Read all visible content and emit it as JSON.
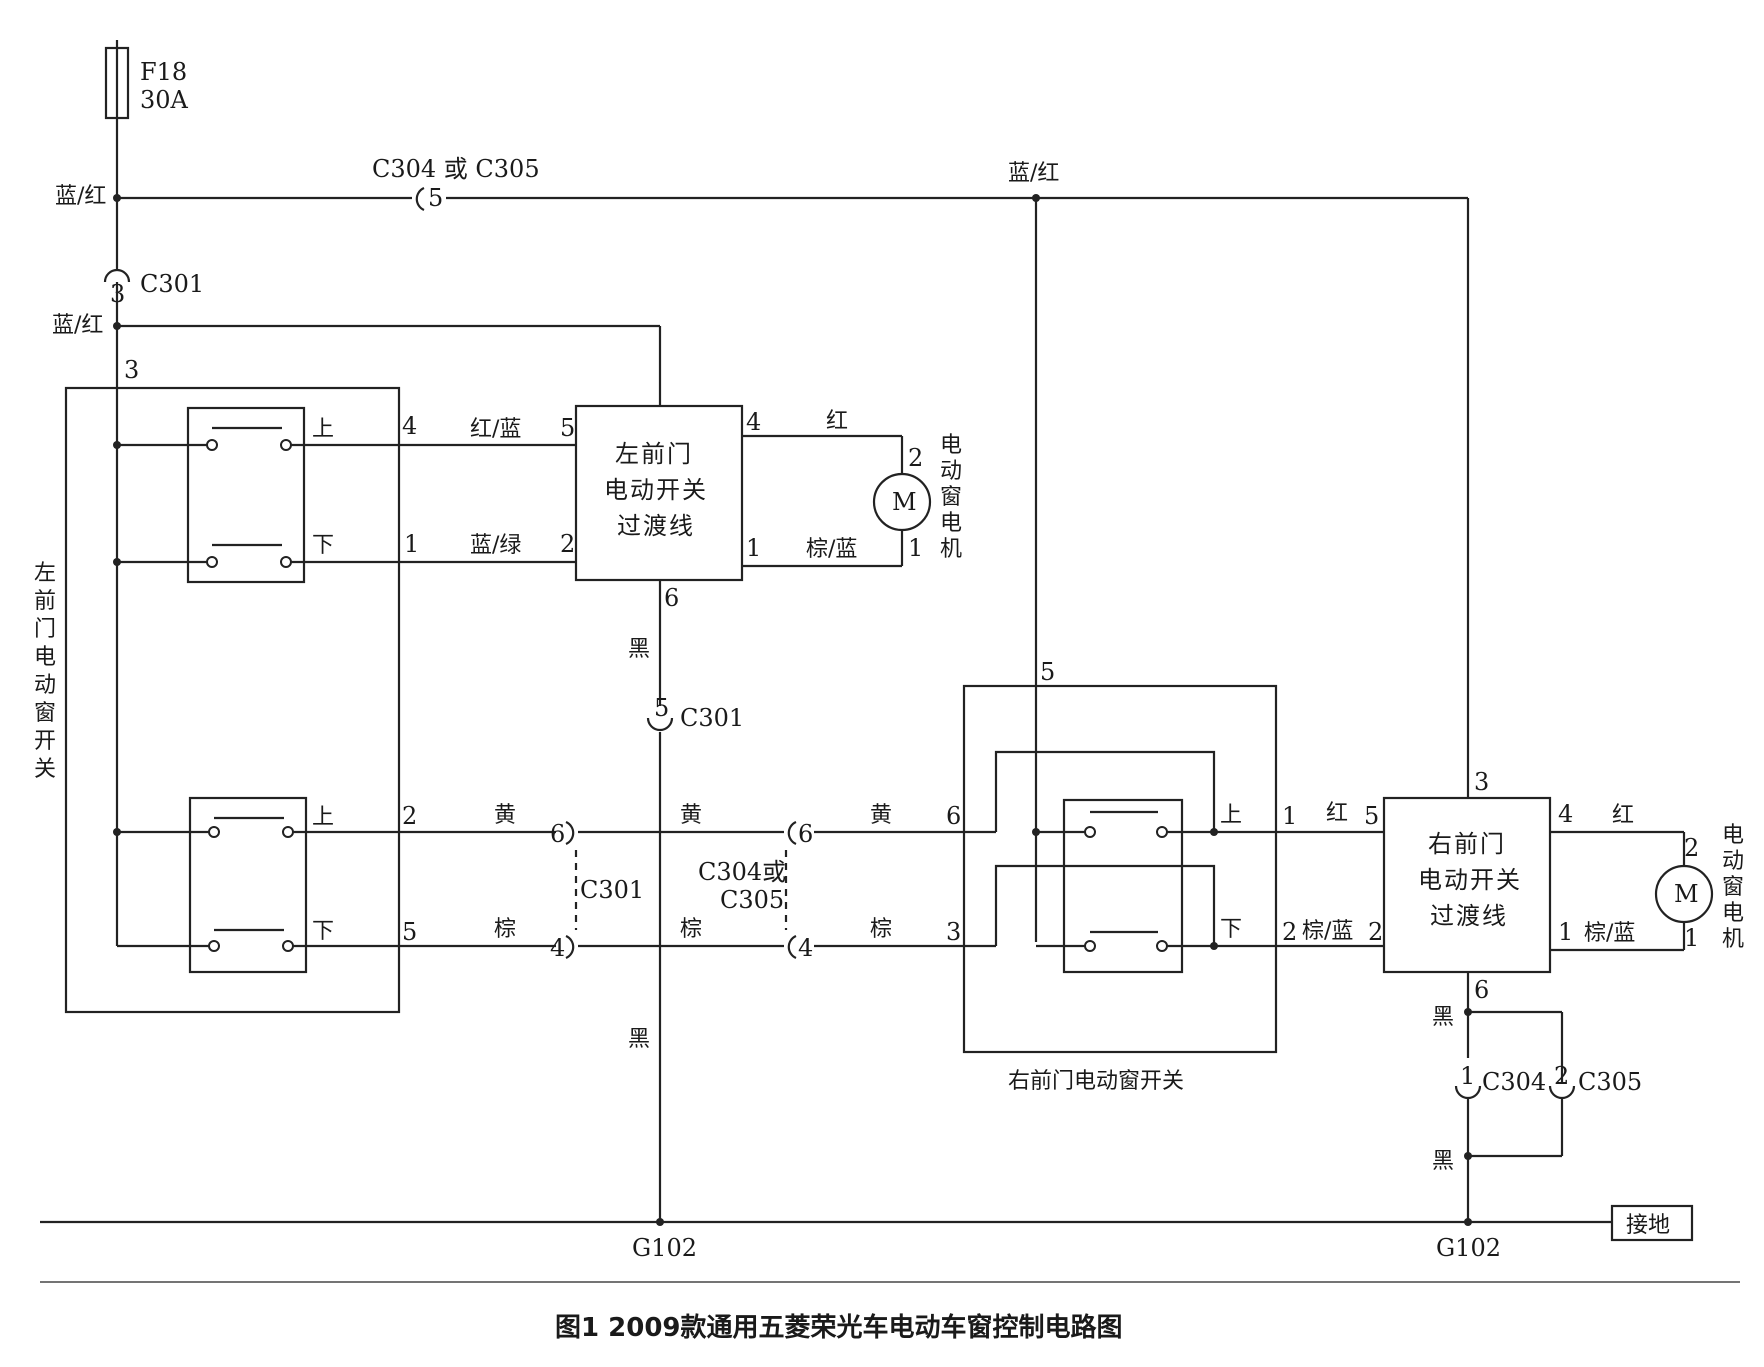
{
  "fuse": {
    "name": "F18",
    "rating": "30A"
  },
  "wire_colors": {
    "blue_red": "蓝/红",
    "red_blue": "红/蓝",
    "blue_green": "蓝/绿",
    "red": "红",
    "brown_blue": "棕/蓝",
    "black": "黑",
    "yellow": "黄",
    "brown": "棕"
  },
  "connectors": {
    "c301": "C301",
    "c304_or_c305": "C304 或 C305",
    "c304_or": "C304或",
    "c305": "C305",
    "c304": "C304",
    "g102": "G102"
  },
  "pins": {
    "p1": "1",
    "p2": "2",
    "p3": "3",
    "p4": "4",
    "p5": "5",
    "p6": "6"
  },
  "switch_positions": {
    "up": "上",
    "down": "下"
  },
  "components": {
    "left_switch": "左前门电动窗开关",
    "left_adapter_l1": "左前门",
    "left_adapter_l2": "电动开关",
    "left_adapter_l3": "过渡线",
    "right_adapter_l1": "右前门",
    "right_adapter_l2": "电动开关",
    "right_adapter_l3": "过渡线",
    "right_switch": "右前门电动窗开关",
    "motor_symbol": "M",
    "motor_label": "电动窗电机",
    "ground": "接地"
  },
  "caption": "图1  2009款通用五菱荣光车电动车窗控制电路图"
}
